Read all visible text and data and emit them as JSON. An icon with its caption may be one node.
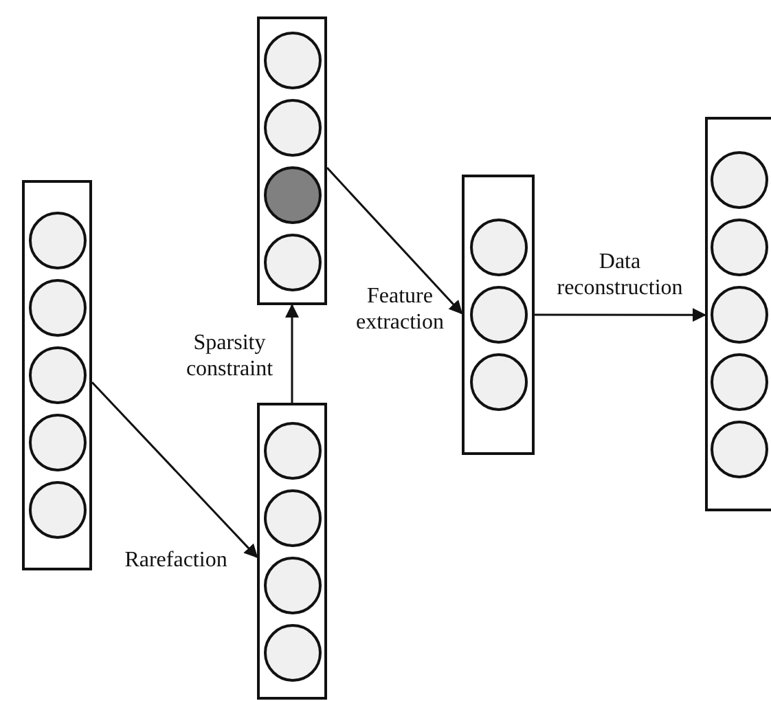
{
  "diagram": {
    "nodes": [
      {
        "text": [],
        "shape": "box"
      },
      {
        "text": [],
        "shape": "circle",
        "in": 0
      },
      {
        "text": [],
        "shape": "circle",
        "in": 0
      },
      {
        "text": [],
        "shape": "circle",
        "in": 0
      },
      {
        "text": [],
        "shape": "circle",
        "in": 0
      },
      {
        "text": [],
        "shape": "circle",
        "in": 0
      },
      {
        "text": [],
        "shape": "box"
      },
      {
        "text": [],
        "shape": "circle",
        "in": 6
      },
      {
        "text": [],
        "shape": "circle",
        "in": 6
      },
      {
        "text": [],
        "shape": "circle",
        "in": 6
      },
      {
        "text": [],
        "shape": "circle",
        "in": 6
      },
      {
        "text": [],
        "shape": "box"
      },
      {
        "text": [],
        "shape": "circle",
        "in": 11
      },
      {
        "text": [],
        "shape": "circle",
        "in": 11
      },
      {
        "text": [],
        "shape": "circle",
        "in": 11
      },
      {
        "text": [],
        "shape": "circle",
        "in": 11
      },
      {
        "text": [],
        "shape": "box"
      },
      {
        "text": [],
        "shape": "circle",
        "in": 16
      },
      {
        "text": [],
        "shape": "circle",
        "in": 16
      },
      {
        "text": [],
        "shape": "circle",
        "in": 16
      },
      {
        "text": [],
        "shape": "box"
      },
      {
        "text": [],
        "shape": "circle",
        "in": 20
      },
      {
        "text": [],
        "shape": "circle",
        "in": 20
      },
      {
        "text": [],
        "shape": "circle",
        "in": 20
      },
      {
        "text": [],
        "shape": "circle",
        "in": 20
      },
      {
        "text": [],
        "shape": "circle",
        "in": 20
      }
    ],
    "edges": [
      {
        "from": 0,
        "to": 11,
        "arrow": "to",
        "label": "Rarefaction"
      },
      {
        "from": 11,
        "to": 6,
        "arrow": "to",
        "label": "Sparsity constraint"
      },
      {
        "from": 6,
        "to": 16,
        "arrow": "to",
        "label": "Feature extraction"
      },
      {
        "from": 16,
        "to": 20,
        "arrow": "to",
        "label": "Data reconstruction"
      }
    ]
  }
}
